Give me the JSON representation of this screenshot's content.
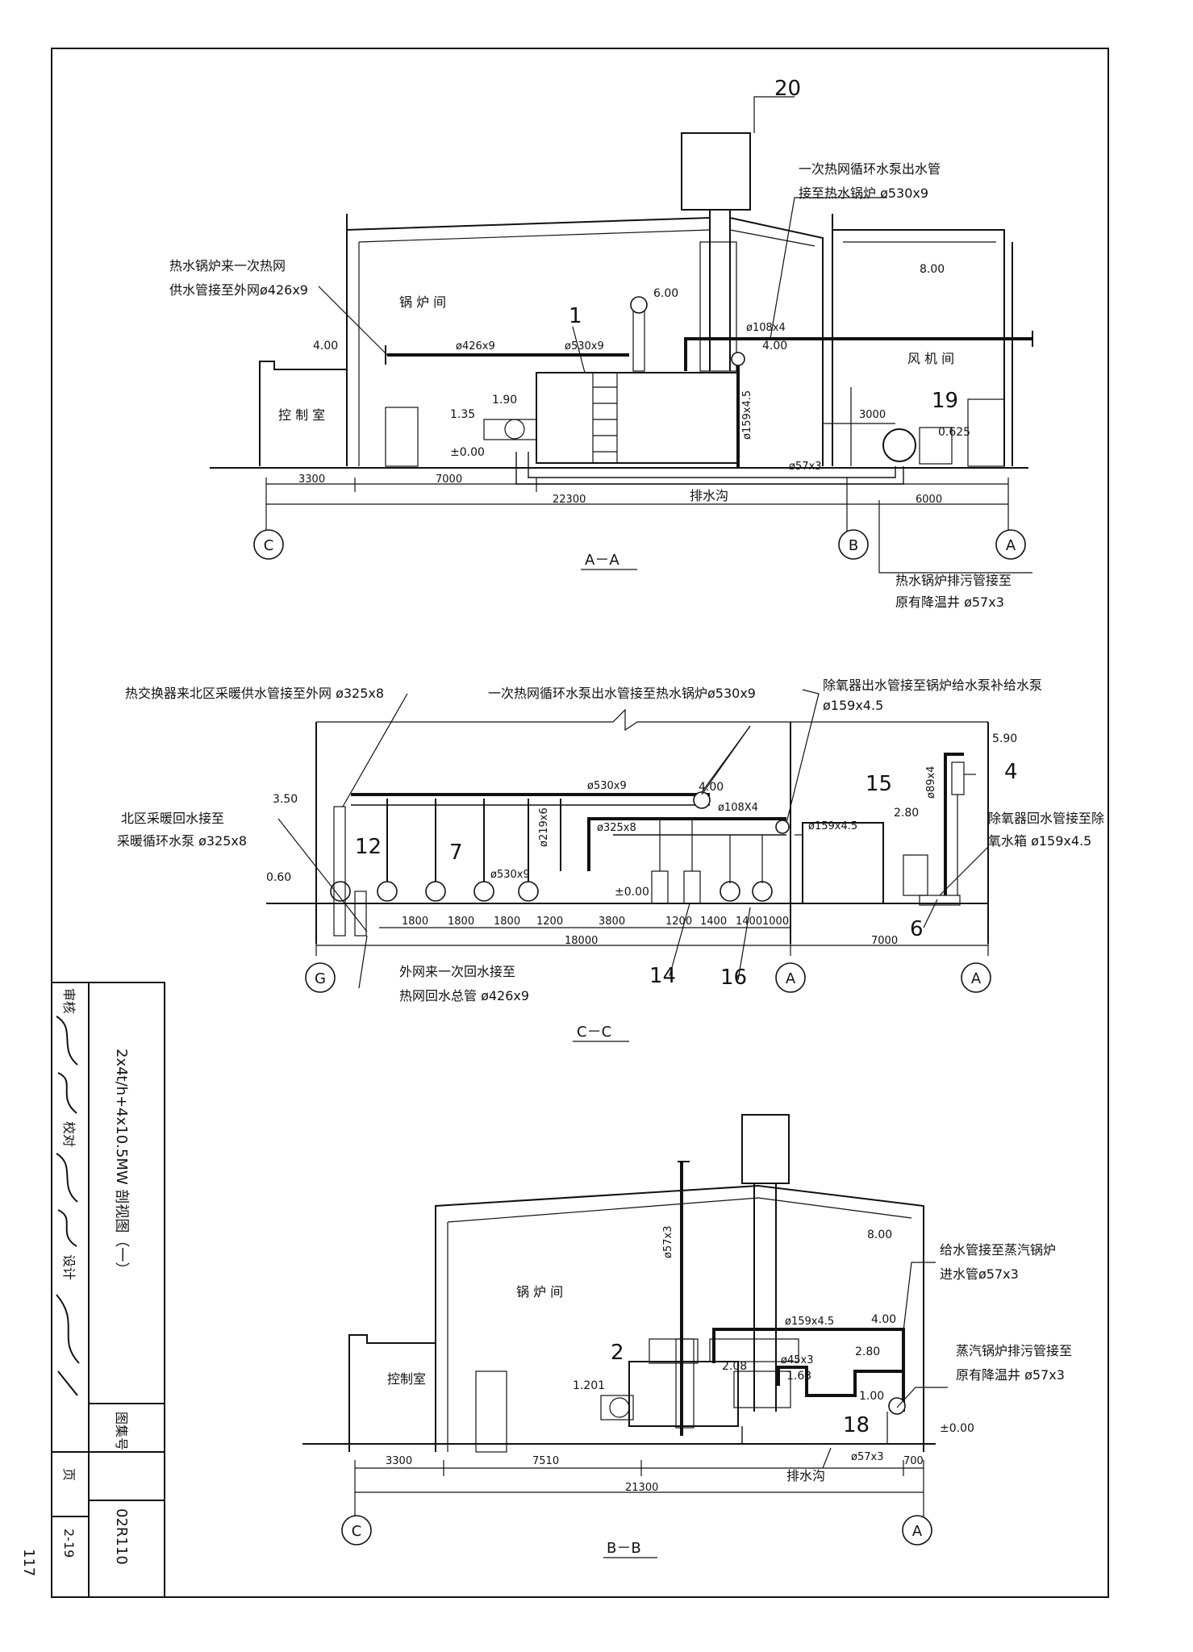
{
  "page_number": "117",
  "sections": {
    "aa": {
      "title": "A－A",
      "numbers": {
        "n20": "20",
        "n1": "1",
        "n19": "19"
      },
      "rooms": {
        "boiler": "锅 炉 间",
        "fan": "风 机 间",
        "control": "控 制 室"
      },
      "labels": {
        "hot_supply": [
          "热水锅炉来一次热网",
          "供水管接至外网ø426x9"
        ],
        "pump_out": [
          "一次热网循环水泵出水管",
          "接至热水锅炉 ø530x9"
        ],
        "drain": [
          "热水锅炉排污管接至",
          "原有降温井 ø57x3"
        ],
        "ditch": "排水沟"
      },
      "pipes": {
        "p426": "ø426x9",
        "p530": "ø530x9",
        "p108": "ø108x4",
        "p159": "ø159x4.5",
        "p57": "ø57x3"
      },
      "elevations": {
        "e600": "6.00",
        "e800": "8.00",
        "e400a": "4.00",
        "e400b": "4.00",
        "e190": "1.90",
        "e135": "1.35",
        "e000": "±0.00",
        "e0625": "0.625"
      },
      "dims": {
        "d3300": "3300",
        "d7000": "7000",
        "d22300": "22300",
        "d3000": "3000",
        "d6000": "6000"
      },
      "axes": {
        "c": "C",
        "b": "B",
        "a": "A"
      }
    },
    "cc": {
      "title": "C－C",
      "numbers": {
        "n12": "12",
        "n7": "7",
        "n15": "15",
        "n4": "4",
        "n6": "6",
        "n14": "14",
        "n16": "16"
      },
      "labels": {
        "hx_supply": "热交换器来北区采暖供水管接至外网 ø325x8",
        "pump_out": "一次热网循环水泵出水管接至热水锅炉ø530x9",
        "deaer_out": [
          "除氧器出水管接至锅炉给水泵补给水泵",
          "ø159x4.5"
        ],
        "north_return": [
          "北区采暖回水接至",
          "采暖循环水泵 ø325x8"
        ],
        "deaer_return": [
          "除氧器回水管接至除",
          "氧水箱 ø159x4.5"
        ],
        "outer_return": [
          "外网来一次回水接至",
          "热网回水总管 ø426x9"
        ]
      },
      "pipes": {
        "p530a": "ø530x9",
        "p108": "ø108X4",
        "p219": "ø219x6",
        "p325": "ø325x8",
        "p530b": "ø530x9",
        "p159": "ø159x4.5",
        "p89": "ø89x4"
      },
      "elevations": {
        "e350": "3.50",
        "e060": "0.60",
        "e400": "4.00",
        "e000": "±0.00",
        "e280": "2.80",
        "e590": "5.90"
      },
      "dims": {
        "d1800a": "1800",
        "d1800b": "1800",
        "d1800c": "1800",
        "d1200a": "1200",
        "d3800": "3800",
        "d1200b": "1200",
        "d1400a": "1400",
        "d1400b": "1400",
        "d1000": "1000",
        "d18000": "18000",
        "d7000": "7000"
      },
      "axes": {
        "g": "G",
        "a1": "A",
        "a2": "A"
      }
    },
    "bb": {
      "title": "B－B",
      "numbers": {
        "n2": "2",
        "n18": "18"
      },
      "rooms": {
        "boiler": "锅 炉 间",
        "control": "控制室"
      },
      "labels": {
        "feed": [
          "给水管接至蒸汽锅炉",
          "进水管ø57x3"
        ],
        "drain": [
          "蒸汽锅炉排污管接至",
          "原有降温井 ø57x3"
        ],
        "ditch": "排水沟"
      },
      "pipes": {
        "p57v": "ø57x3",
        "p159": "ø159x4.5",
        "p45": "ø45x3",
        "p57": "ø57x3"
      },
      "elevations": {
        "e800": "8.00",
        "e400": "4.00",
        "e280": "2.80",
        "e208": "2.08",
        "e163": "1.63",
        "e1201": "1.201",
        "e100": "1.00",
        "e000": "±0.00"
      },
      "dims": {
        "d3300": "3300",
        "d7510": "7510",
        "d700": "700",
        "d21300": "21300"
      },
      "axes": {
        "c": "C",
        "a": "A"
      }
    }
  },
  "title_block": {
    "drawing_title": "2x4t/h+4x10.5MW 剖视图（一）",
    "review": "审核",
    "check": "校对",
    "design": "设计",
    "atlas_label": "图集号",
    "atlas_no": "02R110",
    "page_label": "页",
    "page_no": "2-19"
  }
}
